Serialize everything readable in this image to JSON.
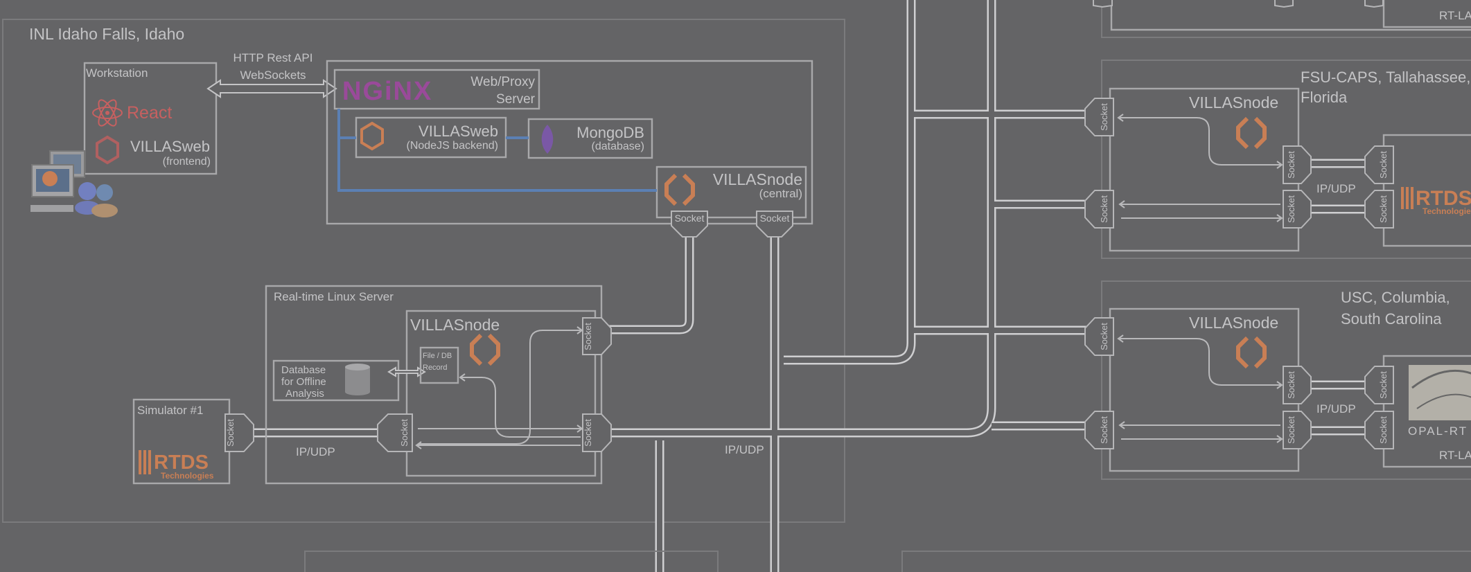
{
  "sites": {
    "inl": "INL Idaho Falls, Idaho",
    "fsu_line1": "FSU-CAPS, Tallahassee,",
    "fsu_line2": "Florida",
    "usc_line1": "USC, Columbia,",
    "usc_line2": "South Carolina"
  },
  "workstation": {
    "title": "Workstation",
    "react": "React",
    "villasweb": "VILLASweb",
    "frontend": "(frontend)"
  },
  "link_labels": {
    "http1": "HTTP Rest API",
    "http2": "WebSockets",
    "ipudp": "IP/UDP"
  },
  "server": {
    "nginx": "NGiNX",
    "proxy1": "Web/Proxy",
    "proxy2": "Server",
    "villasweb": "VILLASweb",
    "backend": "(NodeJS backend)",
    "mongodb": "MongoDB",
    "database": "(database)",
    "villasnode": "VILLASnode",
    "central": "(central)"
  },
  "rt_server": {
    "title": "Real-time Linux Server",
    "villasnode": "VILLASnode",
    "db1": "Database",
    "db2": "for Offline",
    "db3": "Analysis",
    "record1": "File / DB",
    "record2": "Record"
  },
  "simulator": {
    "title": "Simulator #1",
    "rtds": "RTDS",
    "tech": "Technologies"
  },
  "remote": {
    "villasnode": "VILLASnode",
    "rtds": "RTDS",
    "tech": "Technologies",
    "opal": "OPAL-RT",
    "rtlab": "RT-LAB"
  },
  "socket_label": "Socket",
  "colors": {
    "background": "#646466",
    "line": "#a9a9ab",
    "accent_orange": "#c97f55",
    "accent_blue": "#5b80b4",
    "nginx_purple": "#9a4a9a"
  }
}
